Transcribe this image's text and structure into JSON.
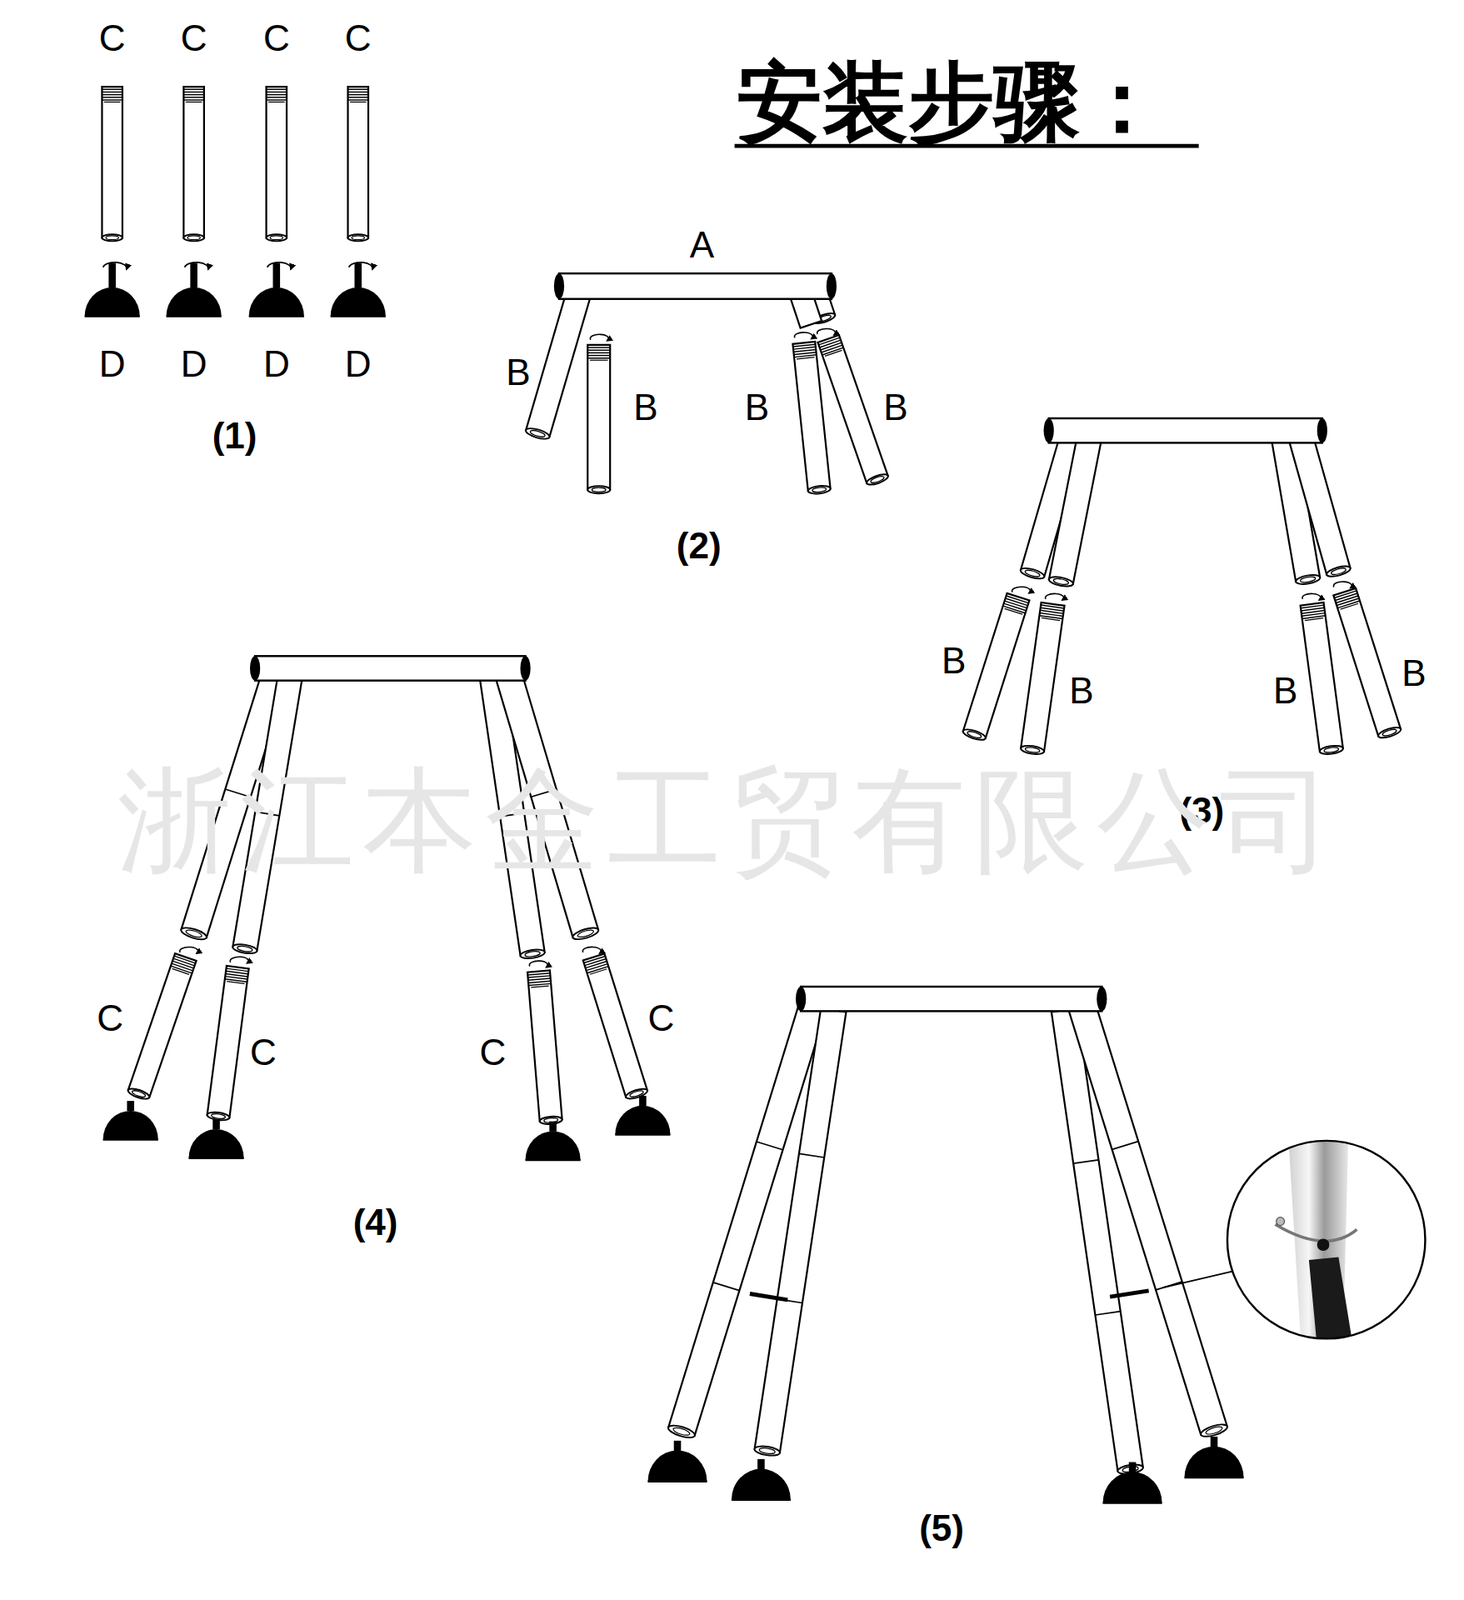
{
  "diagram": {
    "title": "安装步骤：",
    "labels": [
      "C",
      "C",
      "C",
      "C",
      "D",
      "D",
      "D",
      "D",
      "(1)",
      "A",
      "B",
      "B",
      "B",
      "B",
      "(2)",
      "B",
      "B",
      "B",
      "B",
      "(3)",
      "浙江本金工贸有限公司",
      "C",
      "C",
      "C",
      "C",
      "(4)",
      "(5)"
    ]
  }
}
